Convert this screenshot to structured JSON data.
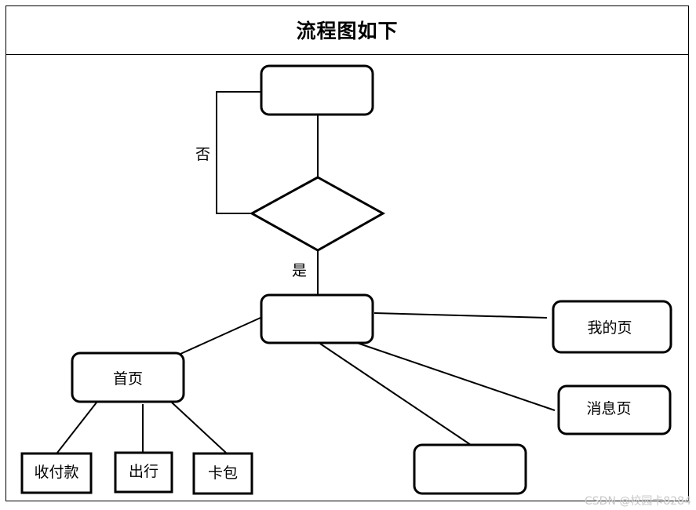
{
  "title": "流程图如下",
  "labels": {
    "no": "否",
    "yes": "是"
  },
  "nodes": {
    "home": "首页",
    "mine": "我的页",
    "message": "消息页",
    "payment": "收付款",
    "travel": "出行",
    "card_pack": "卡包"
  },
  "watermark": "CSDN @校园卡8284"
}
